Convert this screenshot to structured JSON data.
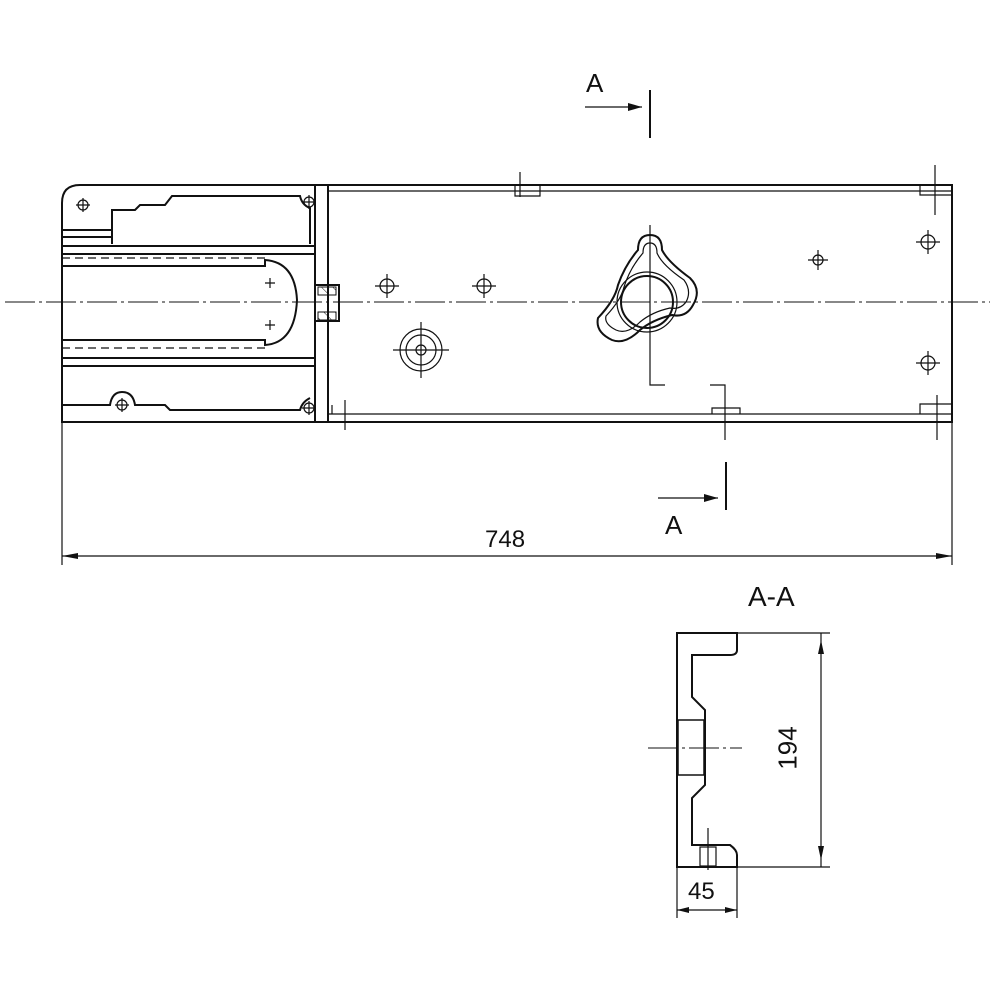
{
  "drawing": {
    "section_label_top": "A",
    "section_label_bottom": "A",
    "overall_length": "748",
    "section_title": "A-A",
    "section_height": "194",
    "section_depth": "45"
  }
}
